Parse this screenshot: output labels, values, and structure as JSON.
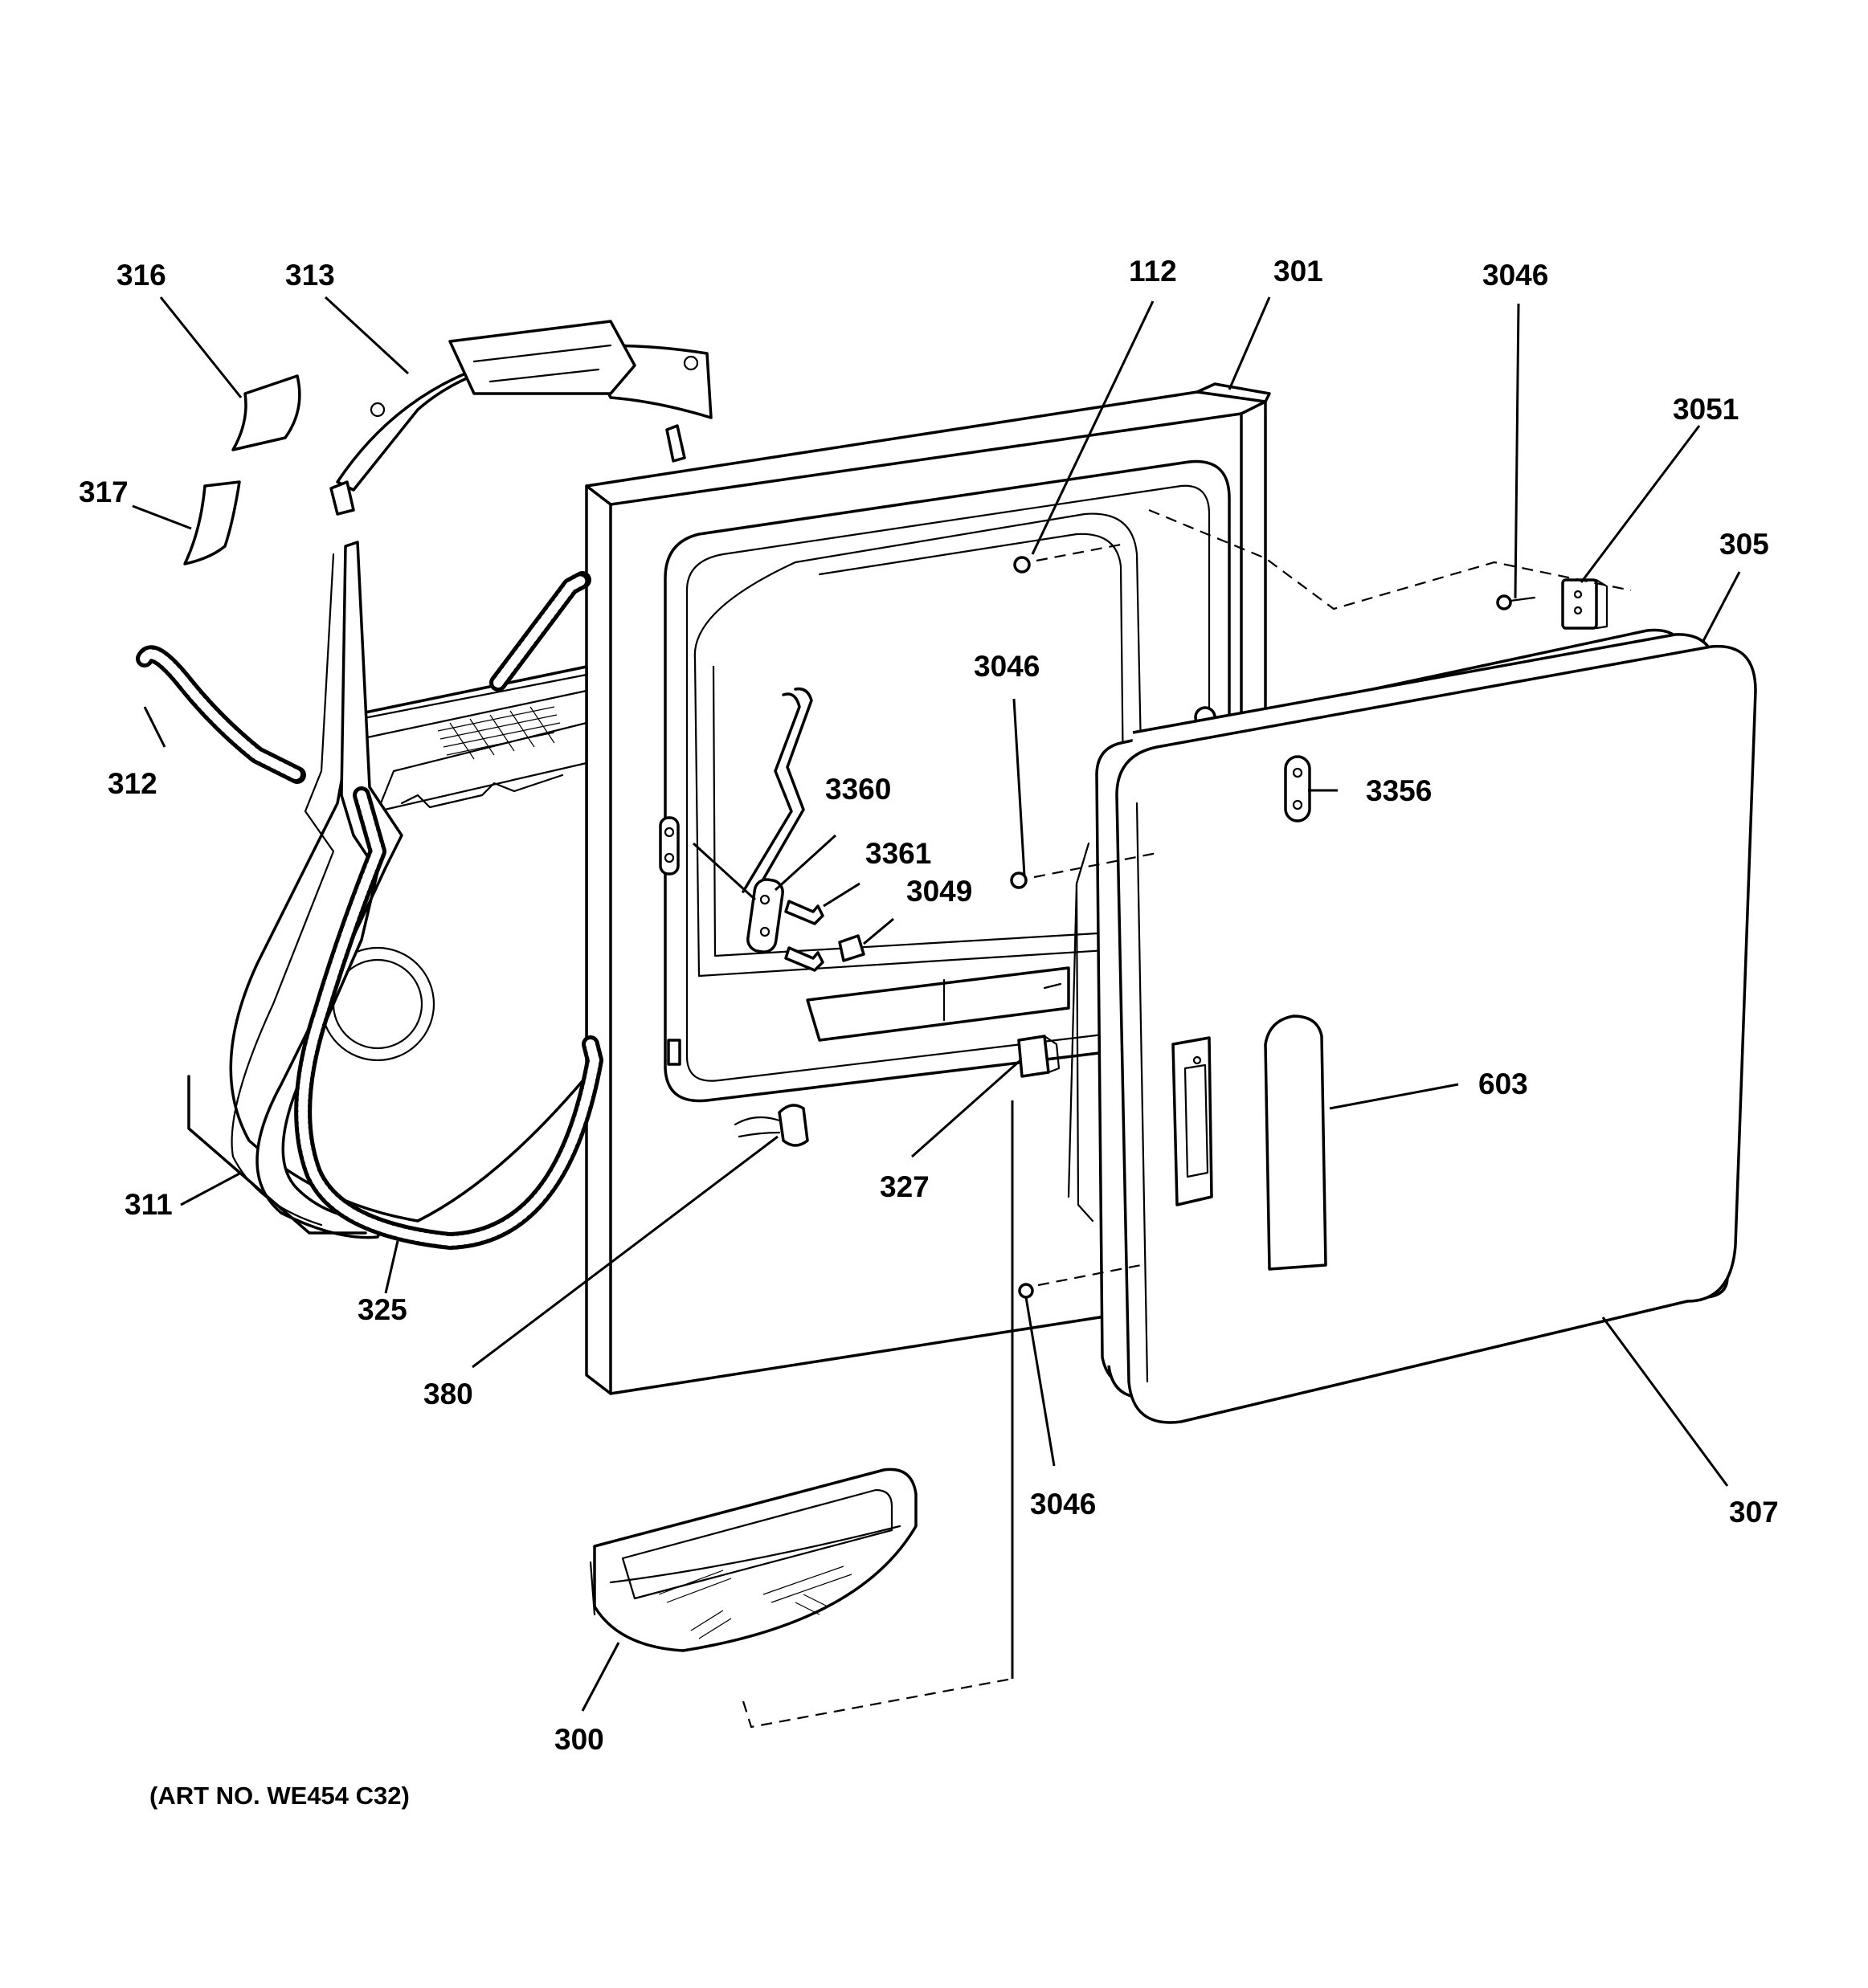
{
  "diagram": {
    "art_number": "(ART NO. WE454 C32)",
    "callouts": {
      "c300": "300",
      "c301": "301",
      "c305": "305",
      "c307": "307",
      "c311": "311",
      "c312": "312",
      "c313": "313",
      "c316": "316",
      "c317": "317",
      "c325": "325",
      "c327": "327",
      "c380": "380",
      "c603": "603",
      "c112": "112",
      "c3046_top": "3046",
      "c3046_mid": "3046",
      "c3046_bottom": "3046",
      "c3049": "3049",
      "c3051": "3051",
      "c3356": "3356",
      "c3360": "3360",
      "c3361": "3361"
    }
  }
}
